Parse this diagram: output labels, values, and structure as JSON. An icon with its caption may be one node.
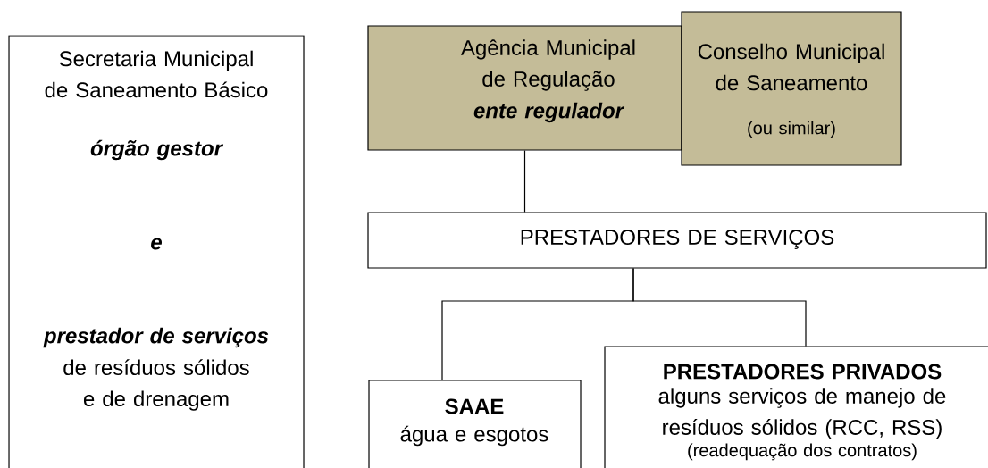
{
  "diagram": {
    "nodes": [
      {
        "text": [
          "Secretaria Municipal de Saneamento Básico",
          "órgão gestor",
          "e",
          "prestador de serviços",
          "de resíduos sólidos e de drenagem"
        ]
      },
      {
        "text": [
          "Agência Municipal de Regulação",
          "ente regulador"
        ]
      },
      {
        "text": [
          "Conselho Municipal de Saneamento",
          "(ou similar)"
        ]
      },
      {
        "text": [
          "PRESTADORES DE SERVIÇOS"
        ]
      },
      {
        "text": [
          "SAAE",
          "água e esgotos"
        ]
      },
      {
        "text": [
          "PRESTADORES PRIVADOS",
          "alguns serviços de manejo de resíduos sólidos (RCC, RSS)",
          "(readequação dos contratos)"
        ]
      }
    ],
    "edges": [
      {
        "from": 0,
        "to": 1,
        "arrow": "none"
      },
      {
        "from": 1,
        "to": 3,
        "arrow": "none"
      },
      {
        "from": 3,
        "to": 4,
        "arrow": "none"
      },
      {
        "from": 3,
        "to": 5,
        "arrow": "none"
      }
    ]
  }
}
